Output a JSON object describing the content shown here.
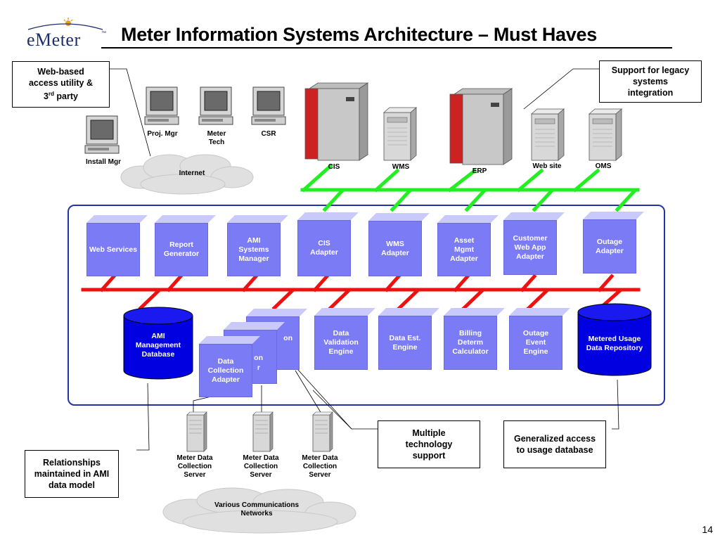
{
  "header": {
    "logo_text": "eMeter",
    "logo_tm": "™",
    "title": "Meter Information Systems Architecture – Must Haves",
    "page_number": "14"
  },
  "callouts": {
    "web_based": {
      "line1": "Web-based",
      "line2": "access utility &",
      "line3_pre": "3",
      "line3_sup": "rd",
      "line3_post": " party"
    },
    "legacy": "Support for legacy systems integration",
    "relationships": "Relationships maintained in AMI data model",
    "multiple_tech": "Multiple technology support",
    "generalized": "Generalized access to usage database"
  },
  "clients": [
    {
      "id": "install-mgr",
      "label": "Install Mgr"
    },
    {
      "id": "proj-mgr",
      "label": "Proj. Mgr"
    },
    {
      "id": "meter-tech",
      "label": "Meter Tech"
    },
    {
      "id": "csr",
      "label": "CSR"
    }
  ],
  "clouds": {
    "internet": "Internet",
    "networks": "Various Communications Networks"
  },
  "systems": [
    {
      "id": "cis",
      "label": "CIS"
    },
    {
      "id": "wms",
      "label": "WMS"
    },
    {
      "id": "erp",
      "label": "ERP"
    },
    {
      "id": "web-site",
      "label": "Web site"
    },
    {
      "id": "oms",
      "label": "OMS"
    }
  ],
  "adapters": [
    {
      "id": "web-services",
      "label": "Web Services"
    },
    {
      "id": "report-generator",
      "label": "Report Generator"
    },
    {
      "id": "ami-systems-manager",
      "label": "AMI Systems Manager"
    },
    {
      "id": "cis-adapter",
      "label": "CIS Adapter"
    },
    {
      "id": "wms-adapter",
      "label": "WMS Adapter"
    },
    {
      "id": "asset-mgmt-adapter",
      "label": "Asset Mgmt Adapter"
    },
    {
      "id": "customer-web-app-adapter",
      "label": "Customer Web App Adapter"
    },
    {
      "id": "outage-adapter",
      "label": "Outage Adapter"
    }
  ],
  "engines": [
    {
      "id": "data-validation-engine",
      "label": "Data Validation Engine"
    },
    {
      "id": "data-est-engine",
      "label": "Data Est. Engine"
    },
    {
      "id": "billing-determ-calculator",
      "label": "Billing Determ Calculator"
    },
    {
      "id": "outage-event-engine",
      "label": "Outage Event Engine"
    }
  ],
  "stack": {
    "back_fragment_1": "on",
    "back_fragment_2": "r",
    "front": "Data Collection Adapter"
  },
  "databases": {
    "ami": "AMI Management Database",
    "metered": "Metered Usage Data Repository"
  },
  "collection_servers": [
    {
      "id": "mdcs-1",
      "label": "Meter Data Collection Server"
    },
    {
      "id": "mdcs-2",
      "label": "Meter Data Collection Server"
    },
    {
      "id": "mdcs-3",
      "label": "Meter Data Collection Server"
    }
  ],
  "colors": {
    "component_fill": "#7b7bf5",
    "component_top": "#c9c9fb",
    "database_fill": "#0000e0",
    "green_bus": "#22ee22",
    "red_bus": "#ee1111",
    "frame": "#2233aa"
  }
}
